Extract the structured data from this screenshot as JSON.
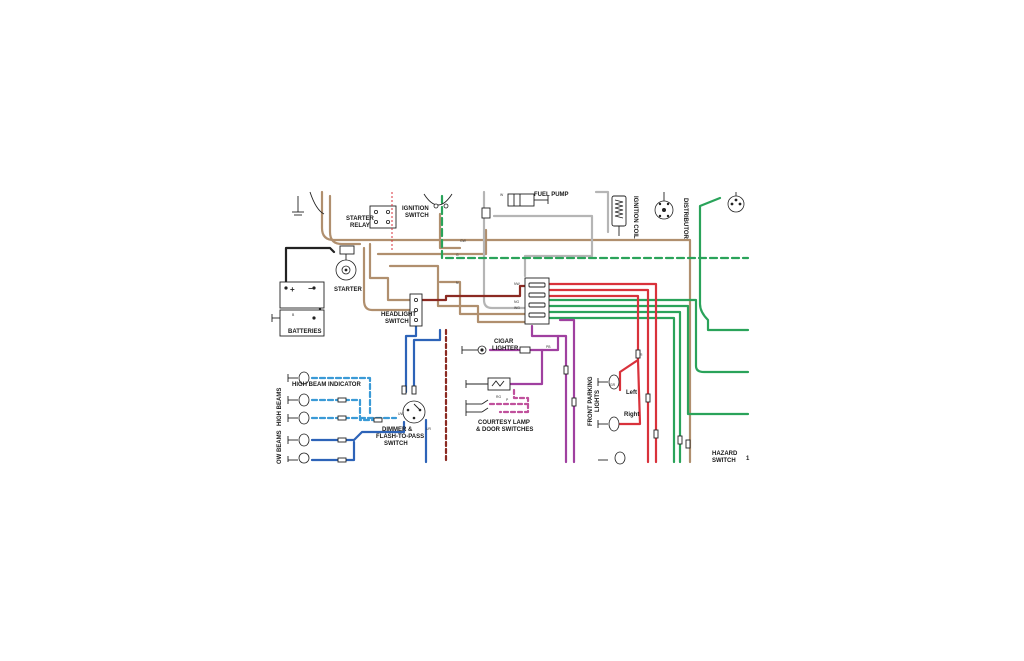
{
  "labels": {
    "fuel_pump": "FUEL PUMP",
    "starter_relay_1": "STARTER",
    "starter_relay_2": "RELAY",
    "ignition_switch_1": "IGNITION",
    "ignition_switch_2": "SWITCH",
    "ignition_coil": "IGNITION COIL",
    "distributor": "DISTRIBUTOR",
    "starter": "STARTER",
    "batteries": "BATTERIES",
    "headlight_switch_1": "HEADLIGHT",
    "headlight_switch_2": "SWITCH",
    "cigar_lighter_1": "CIGAR",
    "cigar_lighter_2": "LIGHTER",
    "courtesy_1": "COURTESY LAMP",
    "courtesy_2": "& DOOR SWITCHES",
    "high_beam_indicator": "HIGH BEAM INDICATOR",
    "high_beams": "HIGH BEAMS",
    "low_beams": "OW BEAMS",
    "dimmer_1": "DIMMER &",
    "dimmer_2": "FLASH-TO-PASS",
    "dimmer_3": "SWITCH",
    "front_parking_1": "FRONT PARKING",
    "front_parking_2": "LIGHTS",
    "left": "Left",
    "right": "Right",
    "hazard_1": "HAZARD",
    "hazard_2": "SWITCH",
    "edge_mark": "1"
  },
  "wire_codes": {
    "w1": "N",
    "w2": "NW",
    "w3": "NG",
    "w4": "WG",
    "w5": "UW",
    "w6": "UR",
    "w7": "RG",
    "w8": "P",
    "w9": "PB",
    "w10": "G",
    "w11": "W",
    "w12": "R",
    "w13": "B",
    "w14": "GW",
    "w15": "GR"
  },
  "colors": {
    "tan": "#b08f6e",
    "red": "#d9323b",
    "dark_red": "#8b2a22",
    "green": "#2aa35a",
    "light_blue": "#3a9ad6",
    "blue": "#2d63b8",
    "purple": "#a040a0",
    "pink": "#c0509c",
    "gray": "#b5b5b5",
    "black": "#222222"
  }
}
